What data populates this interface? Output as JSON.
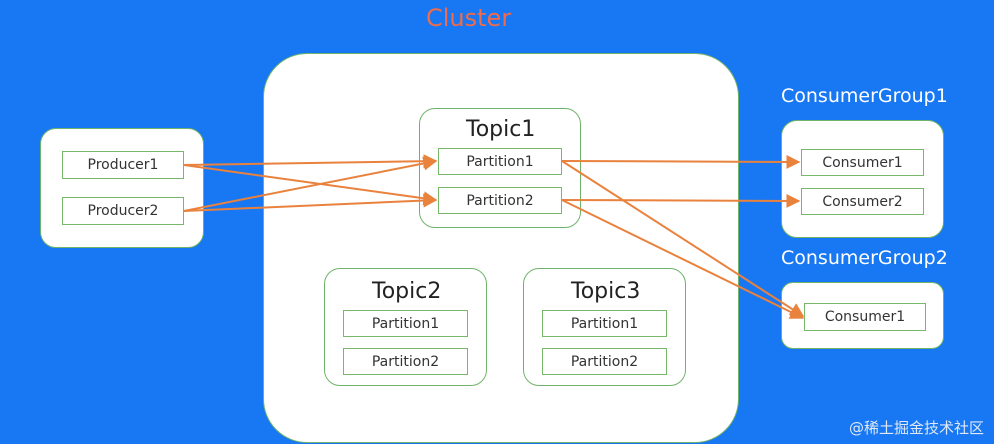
{
  "cluster": {
    "title": "Cluster"
  },
  "producers": [
    "Producer1",
    "Producer2"
  ],
  "topics": [
    {
      "name": "Topic1",
      "partitions": [
        "Partition1",
        "Partition2"
      ]
    },
    {
      "name": "Topic2",
      "partitions": [
        "Partition1",
        "Partition2"
      ]
    },
    {
      "name": "Topic3",
      "partitions": [
        "Partition1",
        "Partition2"
      ]
    }
  ],
  "consumer_groups": [
    {
      "name": "ConsumerGroup1",
      "consumers": [
        "Consumer1",
        "Consumer2"
      ]
    },
    {
      "name": "ConsumerGroup2",
      "consumers": [
        "Consumer1"
      ]
    }
  ],
  "watermark": "@稀土掘金技术社区",
  "colors": {
    "background": "#1877f2",
    "arrow": "#e9823d",
    "border": "#77b86a",
    "cluster_title": "#f06b4a"
  }
}
